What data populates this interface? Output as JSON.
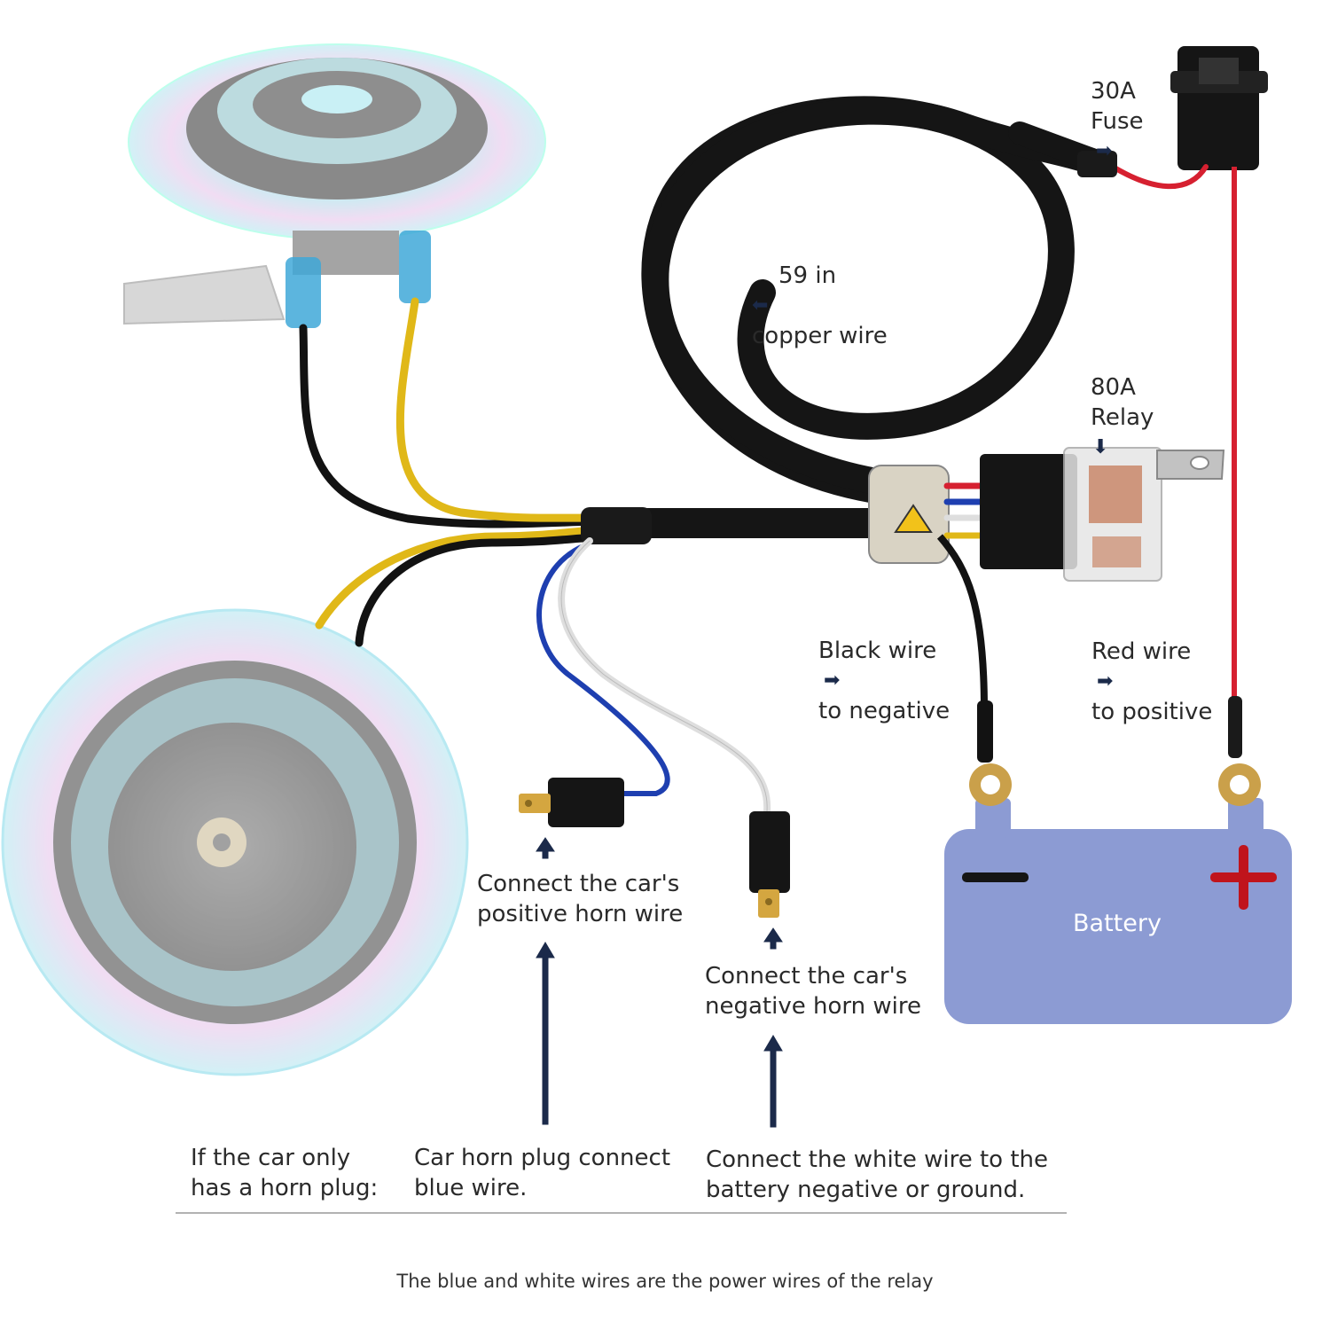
{
  "labels": {
    "fuse": [
      "30A",
      "Fuse"
    ],
    "copper_wire": [
      "59 in",
      "copper wire"
    ],
    "relay": [
      "80A",
      "Relay"
    ],
    "black_wire": [
      "Black wire",
      "to negative"
    ],
    "red_wire": [
      "Red wire",
      "to positive"
    ],
    "positive_horn": [
      "Connect the car's",
      "positive horn wire"
    ],
    "negative_horn": [
      "Connect the car's",
      "negative horn wire"
    ],
    "battery": "Battery",
    "battery_minus": "−",
    "battery_plus": "+"
  },
  "notes": {
    "only_plug": [
      "If the car only",
      "has a horn plug:"
    ],
    "blue_wire": [
      "Car horn plug connect",
      "blue wire."
    ],
    "white_wire": [
      "Connect the white wire to the",
      "battery negative or ground."
    ]
  },
  "footer": "The blue and white wires are the power wires of the relay",
  "arrow_glyphs": {
    "right": "➡",
    "left": "⬅",
    "down": "⬇",
    "up": "⬆"
  },
  "colors": {
    "battery_fill": "#8c9bd3",
    "positive_red": "#c0141c",
    "wire_red": "#d62030",
    "wire_yellow": "#e0b818",
    "wire_blue": "#1e3fb0",
    "wire_white": "#dedede",
    "wire_black": "#121212",
    "arrow_navy": "#1b2a4a",
    "horn_ring_cyan": "#7fd8e8",
    "horn_ring_pink": "#e8b8e0"
  }
}
